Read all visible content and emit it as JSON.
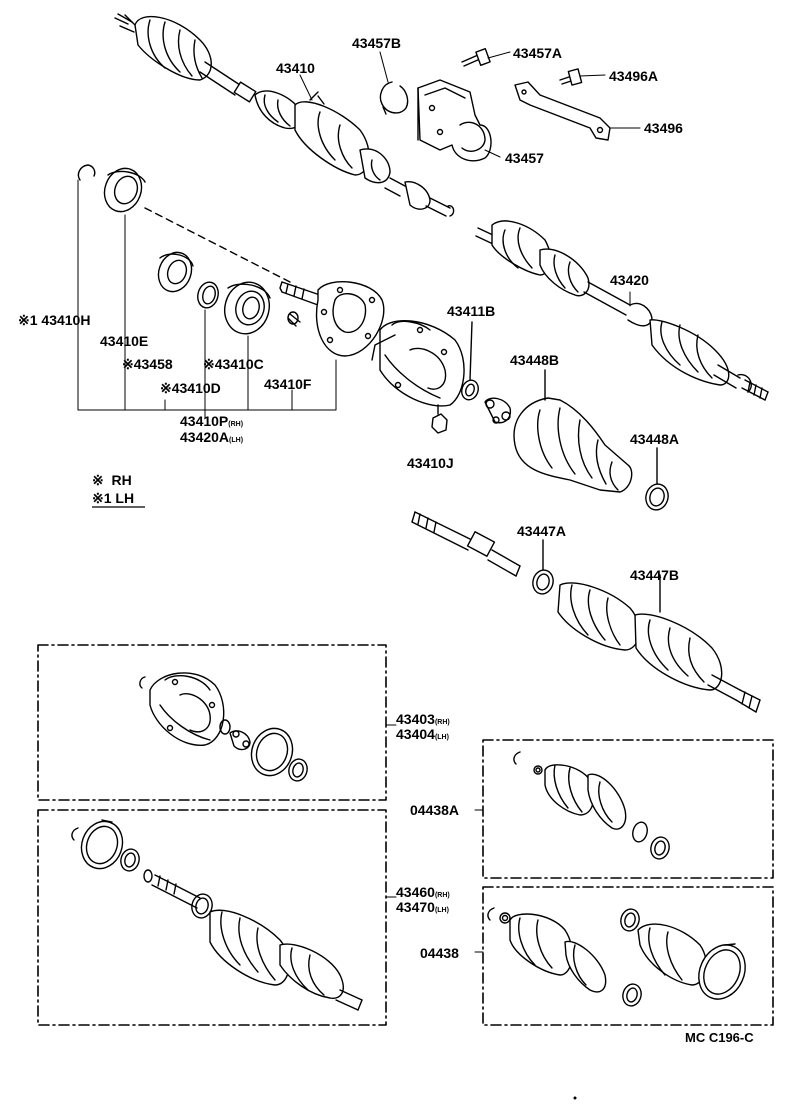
{
  "diagram": {
    "reference_code": "MC C196-C",
    "legend": [
      {
        "mark": "※",
        "text": "RH"
      },
      {
        "mark": "※1",
        "text": "LH"
      }
    ],
    "labels": {
      "p43457B": "43457B",
      "p43457A": "43457A",
      "p43410": "43410",
      "p43496A": "43496A",
      "p43496": "43496",
      "p43457": "43457",
      "p43420": "43420",
      "p43410H": "※1 43410H",
      "p43410E": "43410E",
      "p43458": "※43458",
      "p43410C": "※43410C",
      "p43410D": "※43410D",
      "p43410F": "43410F",
      "p43410P": "43410P",
      "p43410P_side": "(RH)",
      "p43420A": "43420A",
      "p43420A_side": "(LH)",
      "p43411B": "43411B",
      "p43448B": "43448B",
      "p43448A": "43448A",
      "p43410J": "43410J",
      "p43447A": "43447A",
      "p43447B": "43447B",
      "p43403": "43403",
      "p43403_side": "(RH)",
      "p43404": "43404",
      "p43404_side": "(LH)",
      "p04438A": "04438A",
      "p43460": "43460",
      "p43460_side": "(RH)",
      "p43470": "43470",
      "p43470_side": "(LH)",
      "p04438": "04438"
    }
  }
}
